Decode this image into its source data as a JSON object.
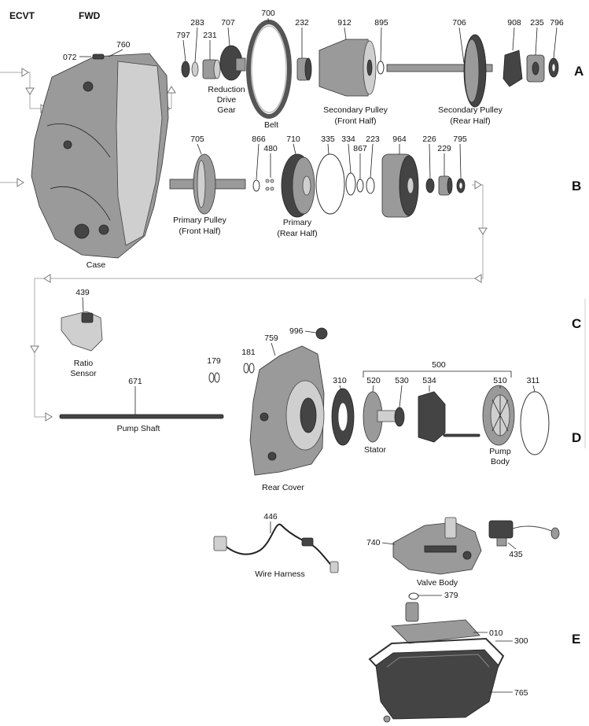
{
  "header": {
    "left": "ECVT",
    "right": "FWD"
  },
  "rows": [
    "A",
    "B",
    "C",
    "D",
    "E"
  ],
  "parts": {
    "p072": "072",
    "p760": "760",
    "p797": "797",
    "p283": "283",
    "p231": "231",
    "p707": "707",
    "p700": "700",
    "p232": "232",
    "p912": "912",
    "p895": "895",
    "p706": "706",
    "p908": "908",
    "p235": "235",
    "p796": "796",
    "p705": "705",
    "p866": "866",
    "p480": "480",
    "p710": "710",
    "p335": "335",
    "p334": "334",
    "p867": "867",
    "p223": "223",
    "p964": "964",
    "p226": "226",
    "p229": "229",
    "p795": "795",
    "p439": "439",
    "p179": "179",
    "p181": "181",
    "p759": "759",
    "p996": "996",
    "p671": "671",
    "p500": "500",
    "p310": "310",
    "p520": "520",
    "p530": "530",
    "p534": "534",
    "p510": "510",
    "p311": "311",
    "p446": "446",
    "p740": "740",
    "p435": "435",
    "p379": "379",
    "p010": "010",
    "p300": "300",
    "p765": "765"
  },
  "names": {
    "case": "Case",
    "reduction": [
      "Reduction",
      "Drive",
      "Gear"
    ],
    "belt": "Belt",
    "sec_front": [
      "Secondary Pulley",
      "(Front Half)"
    ],
    "sec_rear": [
      "Secondary Pulley",
      "(Rear Half)"
    ],
    "pri_front": [
      "Primary Pulley",
      "(Front Half)"
    ],
    "pri_rear": [
      "Primary",
      "(Rear Half)"
    ],
    "ratio_sensor": [
      "Ratio",
      "Sensor"
    ],
    "pump_shaft": "Pump Shaft",
    "rear_cover": "Rear Cover",
    "stator": "Stator",
    "pump_body": [
      "Pump",
      "Body"
    ],
    "wire_harness": "Wire Harness",
    "valve_body": "Valve Body"
  }
}
